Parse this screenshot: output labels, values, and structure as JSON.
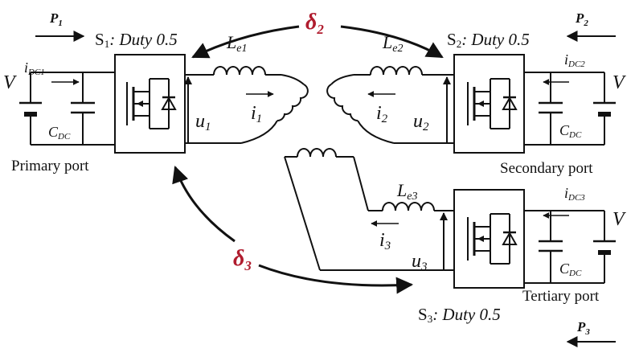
{
  "colors": {
    "wire": "#111111",
    "phase": "#b01c2e",
    "background": "#ffffff"
  },
  "power_flow": {
    "p1": {
      "sym": "P",
      "sub": "1"
    },
    "p2": {
      "sym": "P",
      "sub": "2"
    },
    "p3": {
      "sym": "P",
      "sub": "3"
    }
  },
  "switches": {
    "s1": {
      "sym": "S",
      "sub": "1",
      "rest": ": Duty 0.5"
    },
    "s2": {
      "sym": "S",
      "sub": "2",
      "rest": ": Duty 0.5"
    },
    "s3": {
      "sym": "S",
      "sub": "3",
      "rest": ": Duty 0.5"
    }
  },
  "phase_shifts": {
    "d2": {
      "sym": "δ",
      "sub": "2"
    },
    "d3": {
      "sym": "δ",
      "sub": "3"
    }
  },
  "inductors": {
    "le1": {
      "sym": "L",
      "sub": "e1"
    },
    "le2": {
      "sym": "L",
      "sub": "e2"
    },
    "le3": {
      "sym": "L",
      "sub": "e3"
    }
  },
  "currents": {
    "i1": {
      "sym": "i",
      "sub": "1"
    },
    "i2": {
      "sym": "i",
      "sub": "2"
    },
    "i3": {
      "sym": "i",
      "sub": "3"
    },
    "idc1": {
      "sym": "i",
      "sub": "DC1"
    },
    "idc2": {
      "sym": "i",
      "sub": "DC2"
    },
    "idc3": {
      "sym": "i",
      "sub": "DC3"
    }
  },
  "voltages": {
    "u1": {
      "sym": "u",
      "sub": "1"
    },
    "u2": {
      "sym": "u",
      "sub": "2"
    },
    "u3": {
      "sym": "u",
      "sub": "3"
    },
    "v1": "V",
    "v2": "V",
    "v3": "V"
  },
  "capacitors": {
    "c1": {
      "sym": "C",
      "sub": "DC"
    },
    "c2": {
      "sym": "C",
      "sub": "DC"
    },
    "c3": {
      "sym": "C",
      "sub": "DC"
    }
  },
  "ports": {
    "primary": "Primary port",
    "secondary": "Secondary port",
    "tertiary": "Tertiary port"
  }
}
